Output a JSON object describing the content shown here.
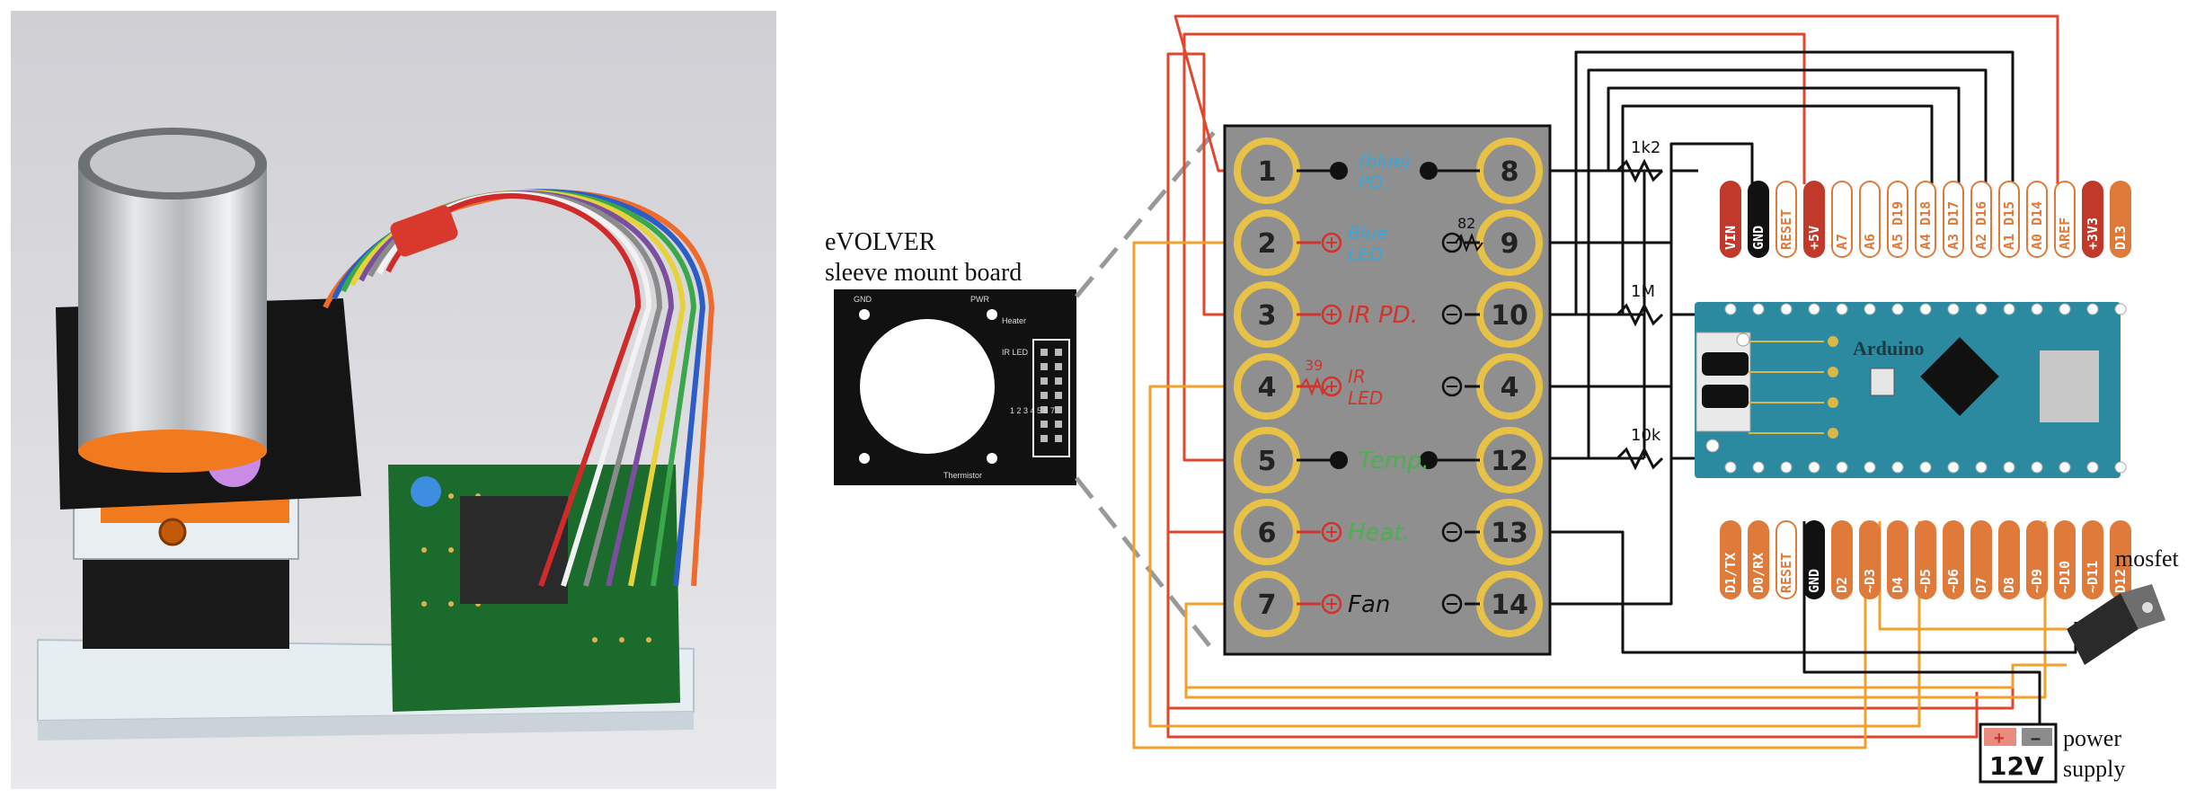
{
  "colors": {
    "wire_red": "#e2462f",
    "wire_orange": "#f2a02c",
    "wire_black": "#111111",
    "pad_yellow": "#e8c247",
    "board_gray": "#8f8f8f",
    "arduino_teal": "#2b8aa0",
    "pin_orange": "#e07a3a",
    "pin_red": "#c0392b",
    "label_blue": "#3aa7d8",
    "label_red": "#d0342c",
    "label_green": "#4caf50"
  },
  "photo": {
    "label": "",
    "icon": "breadboard-photo-icon"
  },
  "sleeve_board": {
    "title_line1": "eVOLVER",
    "title_line2": "sleeve mount board",
    "silk_text": [
      "PWR",
      "GND",
      "IR LED",
      "Heater",
      "Thermistor",
      "1 2 3 4 5 6 7"
    ]
  },
  "connector": {
    "left_pins": [
      "1",
      "2",
      "3",
      "4",
      "5",
      "6",
      "7"
    ],
    "right_pins": [
      "8",
      "9",
      "10",
      "4",
      "12",
      "13",
      "14"
    ],
    "middle_labels": [
      {
        "text1": "(blue)",
        "text2": "PD.",
        "color": "#3aa7d8"
      },
      {
        "text1": "Blue",
        "text2": "LED",
        "color": "#3aa7d8"
      },
      {
        "text1": "IR PD.",
        "text2": "",
        "color": "#d0342c"
      },
      {
        "text1": "IR",
        "text2": "LED",
        "color": "#d0342c"
      },
      {
        "text1": "Temp.",
        "text2": "",
        "color": "#4caf50"
      },
      {
        "text1": "Heat.",
        "text2": "",
        "color": "#4caf50"
      },
      {
        "text1": "Fan",
        "text2": "",
        "color": "#111111"
      }
    ],
    "resistor_labels": {
      "r_82": "82",
      "r_39": "39"
    }
  },
  "resistors": [
    "1k2",
    "1M",
    "10k"
  ],
  "arduino": {
    "name": "Arduino",
    "top_pins": [
      "VIN",
      "GND",
      "RESET",
      "+5V",
      "A7",
      "A6",
      "A5 D19",
      "A4 D18",
      "A3 D17",
      "A2 D16",
      "A1 D15",
      "A0 D14",
      "AREF",
      "+3V3",
      "D13"
    ],
    "bottom_pins": [
      "D1/TX",
      "D0/RX",
      "RESET",
      "GND",
      "D2",
      "~D3",
      "D4",
      "~D5",
      "~D6",
      "D7",
      "D8",
      "~D9",
      "~D10",
      "~D11",
      "D12"
    ]
  },
  "mosfet": {
    "label": "mosfet"
  },
  "power_supply": {
    "voltage": "12V",
    "label_line1": "power",
    "label_line2": "supply",
    "plus": "+",
    "minus": "–"
  }
}
